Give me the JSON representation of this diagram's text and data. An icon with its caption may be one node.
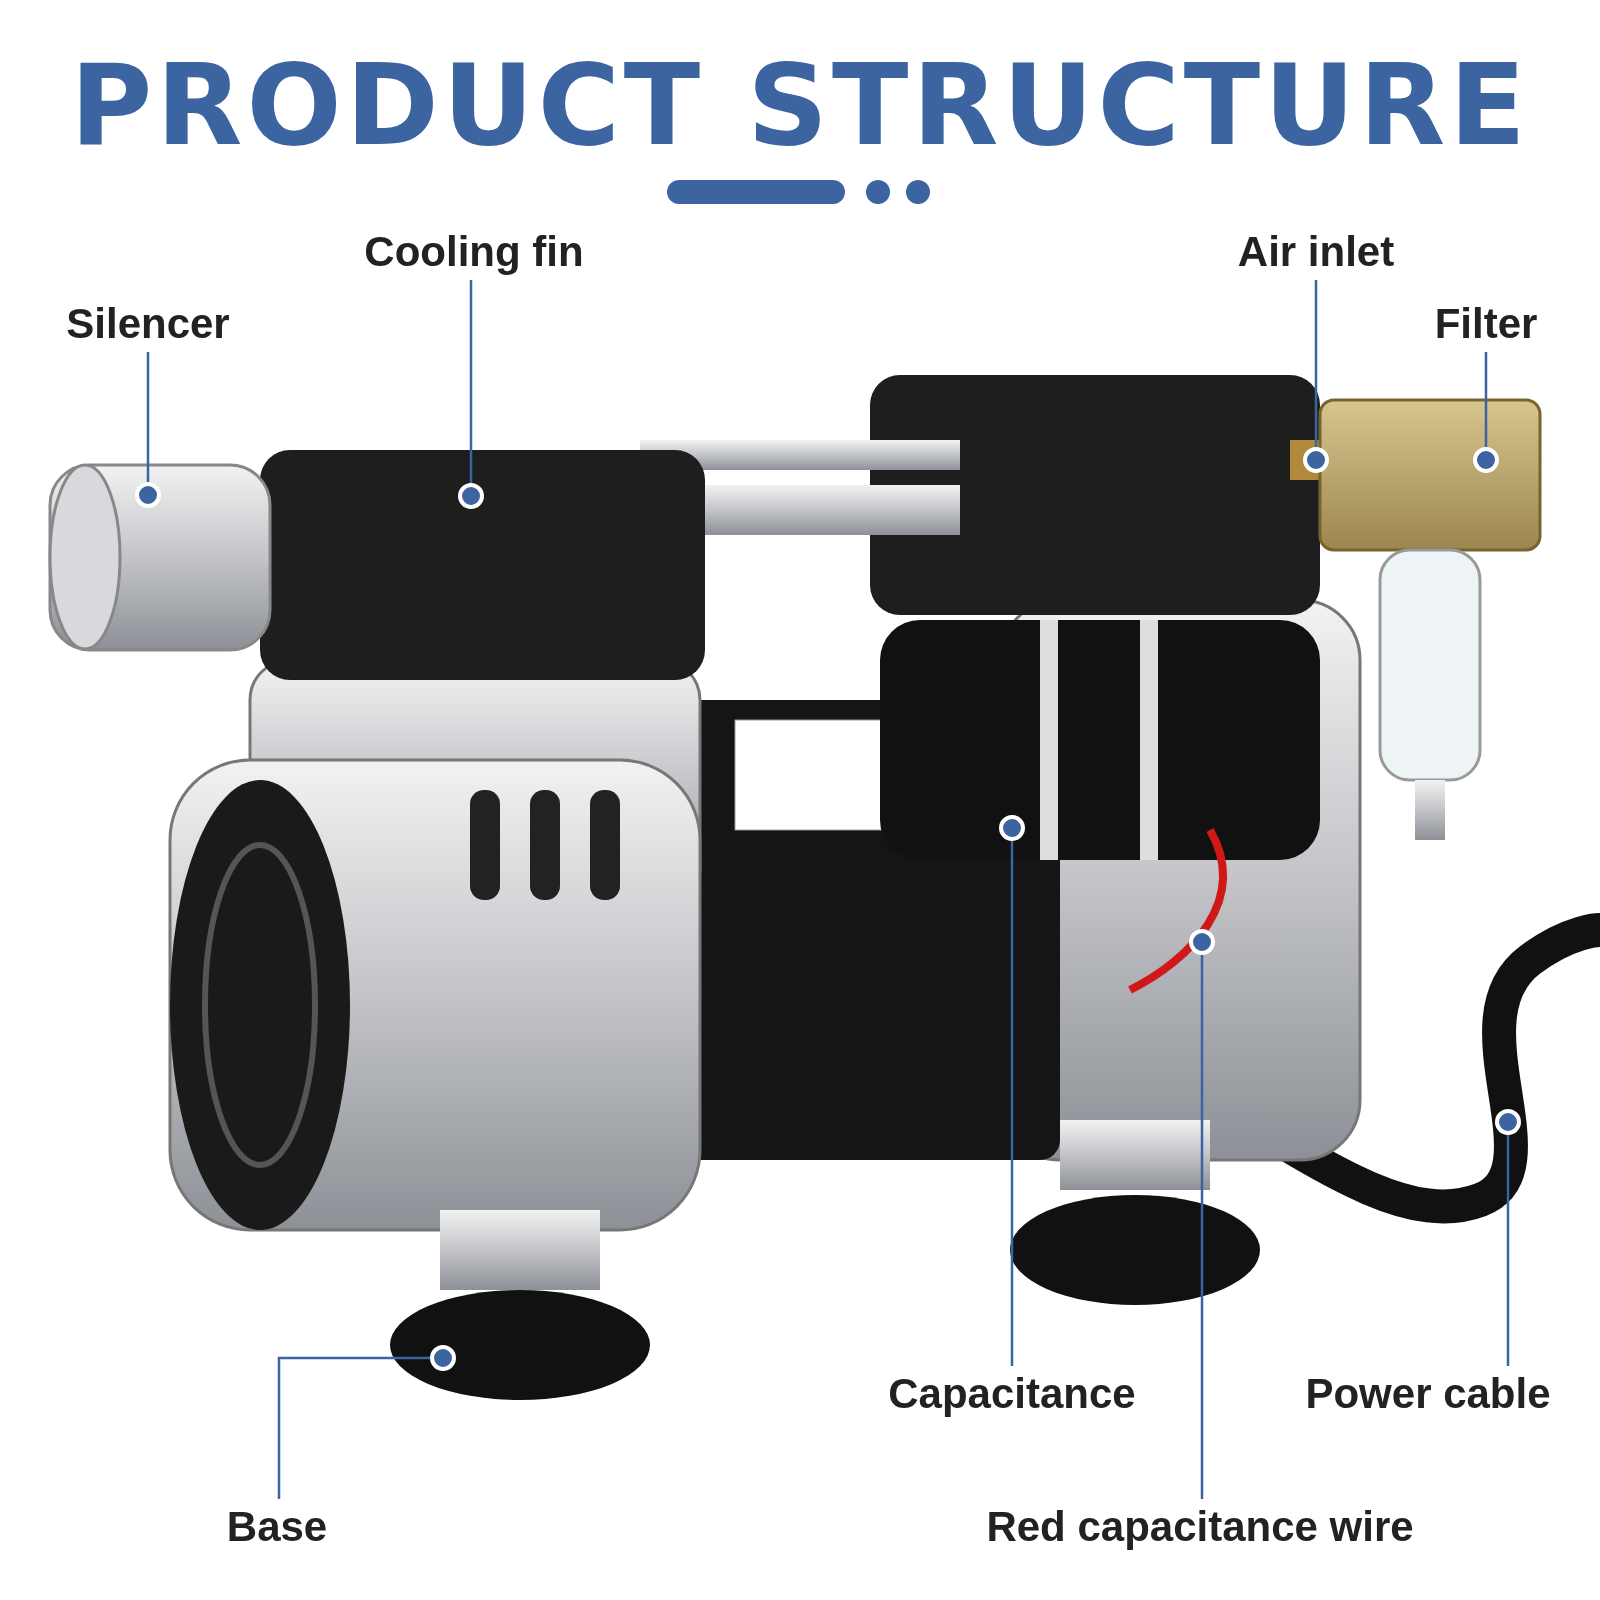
{
  "diagram": {
    "title": "PRODUCT STRUCTURE",
    "nodes": [
      {
        "text": [
          "Silencer"
        ]
      },
      {
        "text": [
          "Cooling fin"
        ]
      },
      {
        "text": [
          "Air inlet"
        ]
      },
      {
        "text": [
          "Filter"
        ]
      },
      {
        "text": [
          "Capacitance"
        ]
      },
      {
        "text": [
          "Power cable"
        ]
      },
      {
        "text": [
          "Base"
        ]
      },
      {
        "text": [
          "Red capacitance wire"
        ]
      }
    ],
    "edges": [
      {
        "from": 0,
        "to": null,
        "arrow": "other"
      },
      {
        "from": 1,
        "to": null,
        "arrow": "other"
      },
      {
        "from": 2,
        "to": null,
        "arrow": "other"
      },
      {
        "from": 3,
        "to": null,
        "arrow": "other"
      },
      {
        "from": 4,
        "to": null,
        "arrow": "other"
      },
      {
        "from": 5,
        "to": null,
        "arrow": "other"
      },
      {
        "from": 6,
        "to": null,
        "arrow": "other"
      },
      {
        "from": 7,
        "to": null,
        "arrow": "other"
      }
    ]
  }
}
